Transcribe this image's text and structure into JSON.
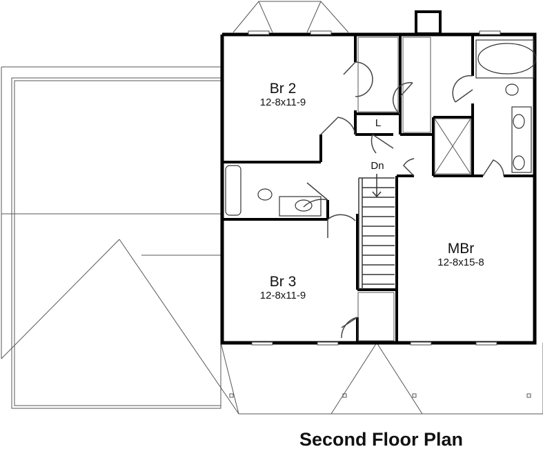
{
  "title": "Second Floor Plan",
  "rooms": [
    {
      "name": "Br 2",
      "dimensions": "12-8x11-9"
    },
    {
      "name": "Br 3",
      "dimensions": "12-8x11-9"
    },
    {
      "name": "MBr",
      "dimensions": "12-8x15-8"
    }
  ],
  "labels": {
    "linen": "L",
    "stairs": "Dn"
  }
}
